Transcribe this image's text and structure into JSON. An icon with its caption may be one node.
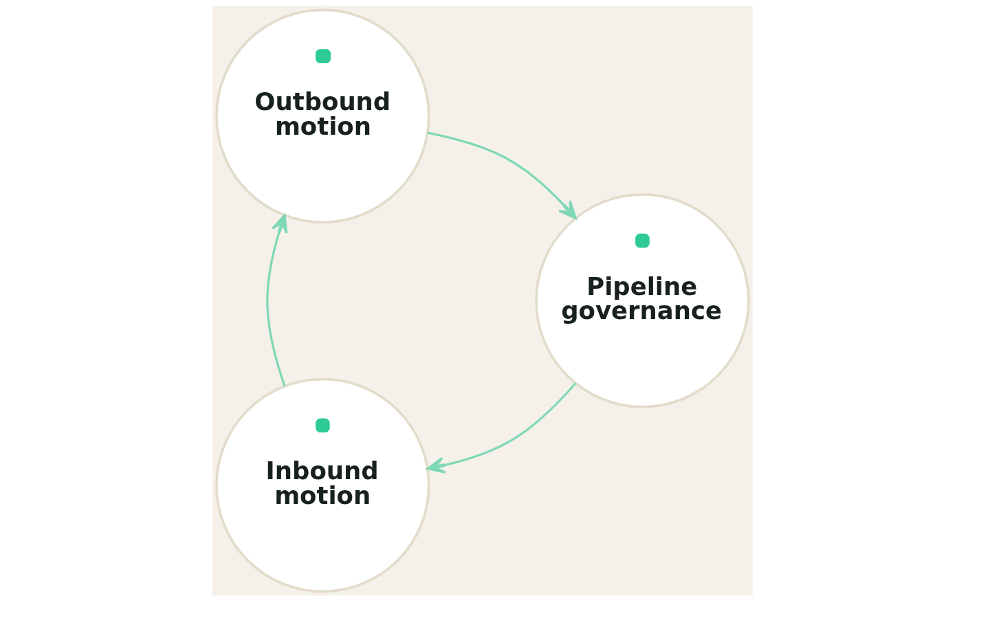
{
  "diagram": {
    "nodes": [
      {
        "text": [
          "Inbound motion"
        ]
      },
      {
        "text": [
          "Outbound motion"
        ]
      },
      {
        "text": [
          "Pipeline governance"
        ]
      }
    ],
    "edges": [
      {
        "from": 0,
        "to": 1,
        "arrow": "to"
      },
      {
        "from": 1,
        "to": 2,
        "arrow": "to"
      },
      {
        "from": 2,
        "to": 0,
        "arrow": "to"
      }
    ]
  }
}
